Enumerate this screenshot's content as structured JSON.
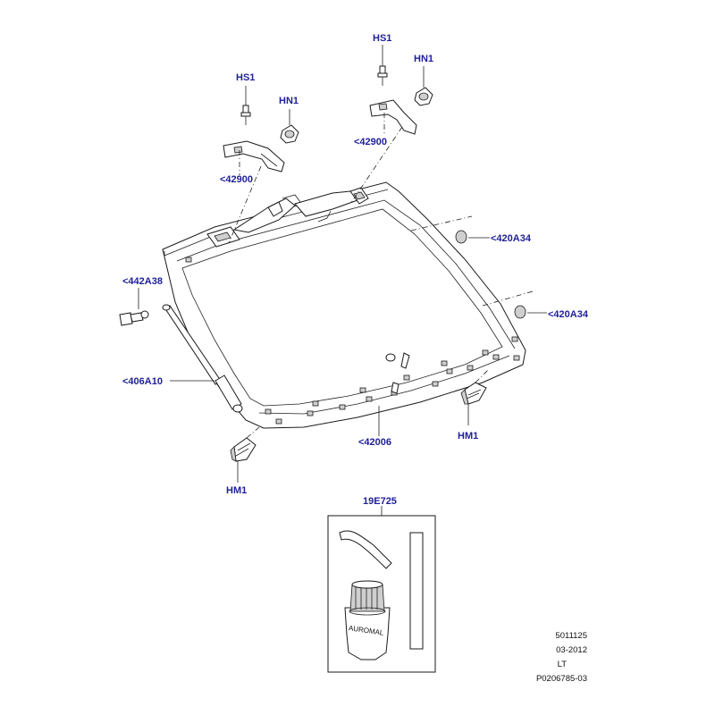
{
  "callouts": {
    "hs1_left": "HS1",
    "hn1_left": "HN1",
    "bracket_left": "<42900",
    "hs1_right": "HS1",
    "hn1_right": "HN1",
    "bracket_right": "<42900",
    "nut_upper": "<420A34",
    "nut_lower": "<420A34",
    "stud": "<442A38",
    "strut": "<406A10",
    "glass": "<42006",
    "hm1_right": "HM1",
    "hm1_left": "HM1",
    "kit": "19E725",
    "bottle_label": "AUROMAL"
  },
  "meta": {
    "code": "5011125",
    "date": "03-2012",
    "region": "LT",
    "ref": "P0206785-03"
  }
}
